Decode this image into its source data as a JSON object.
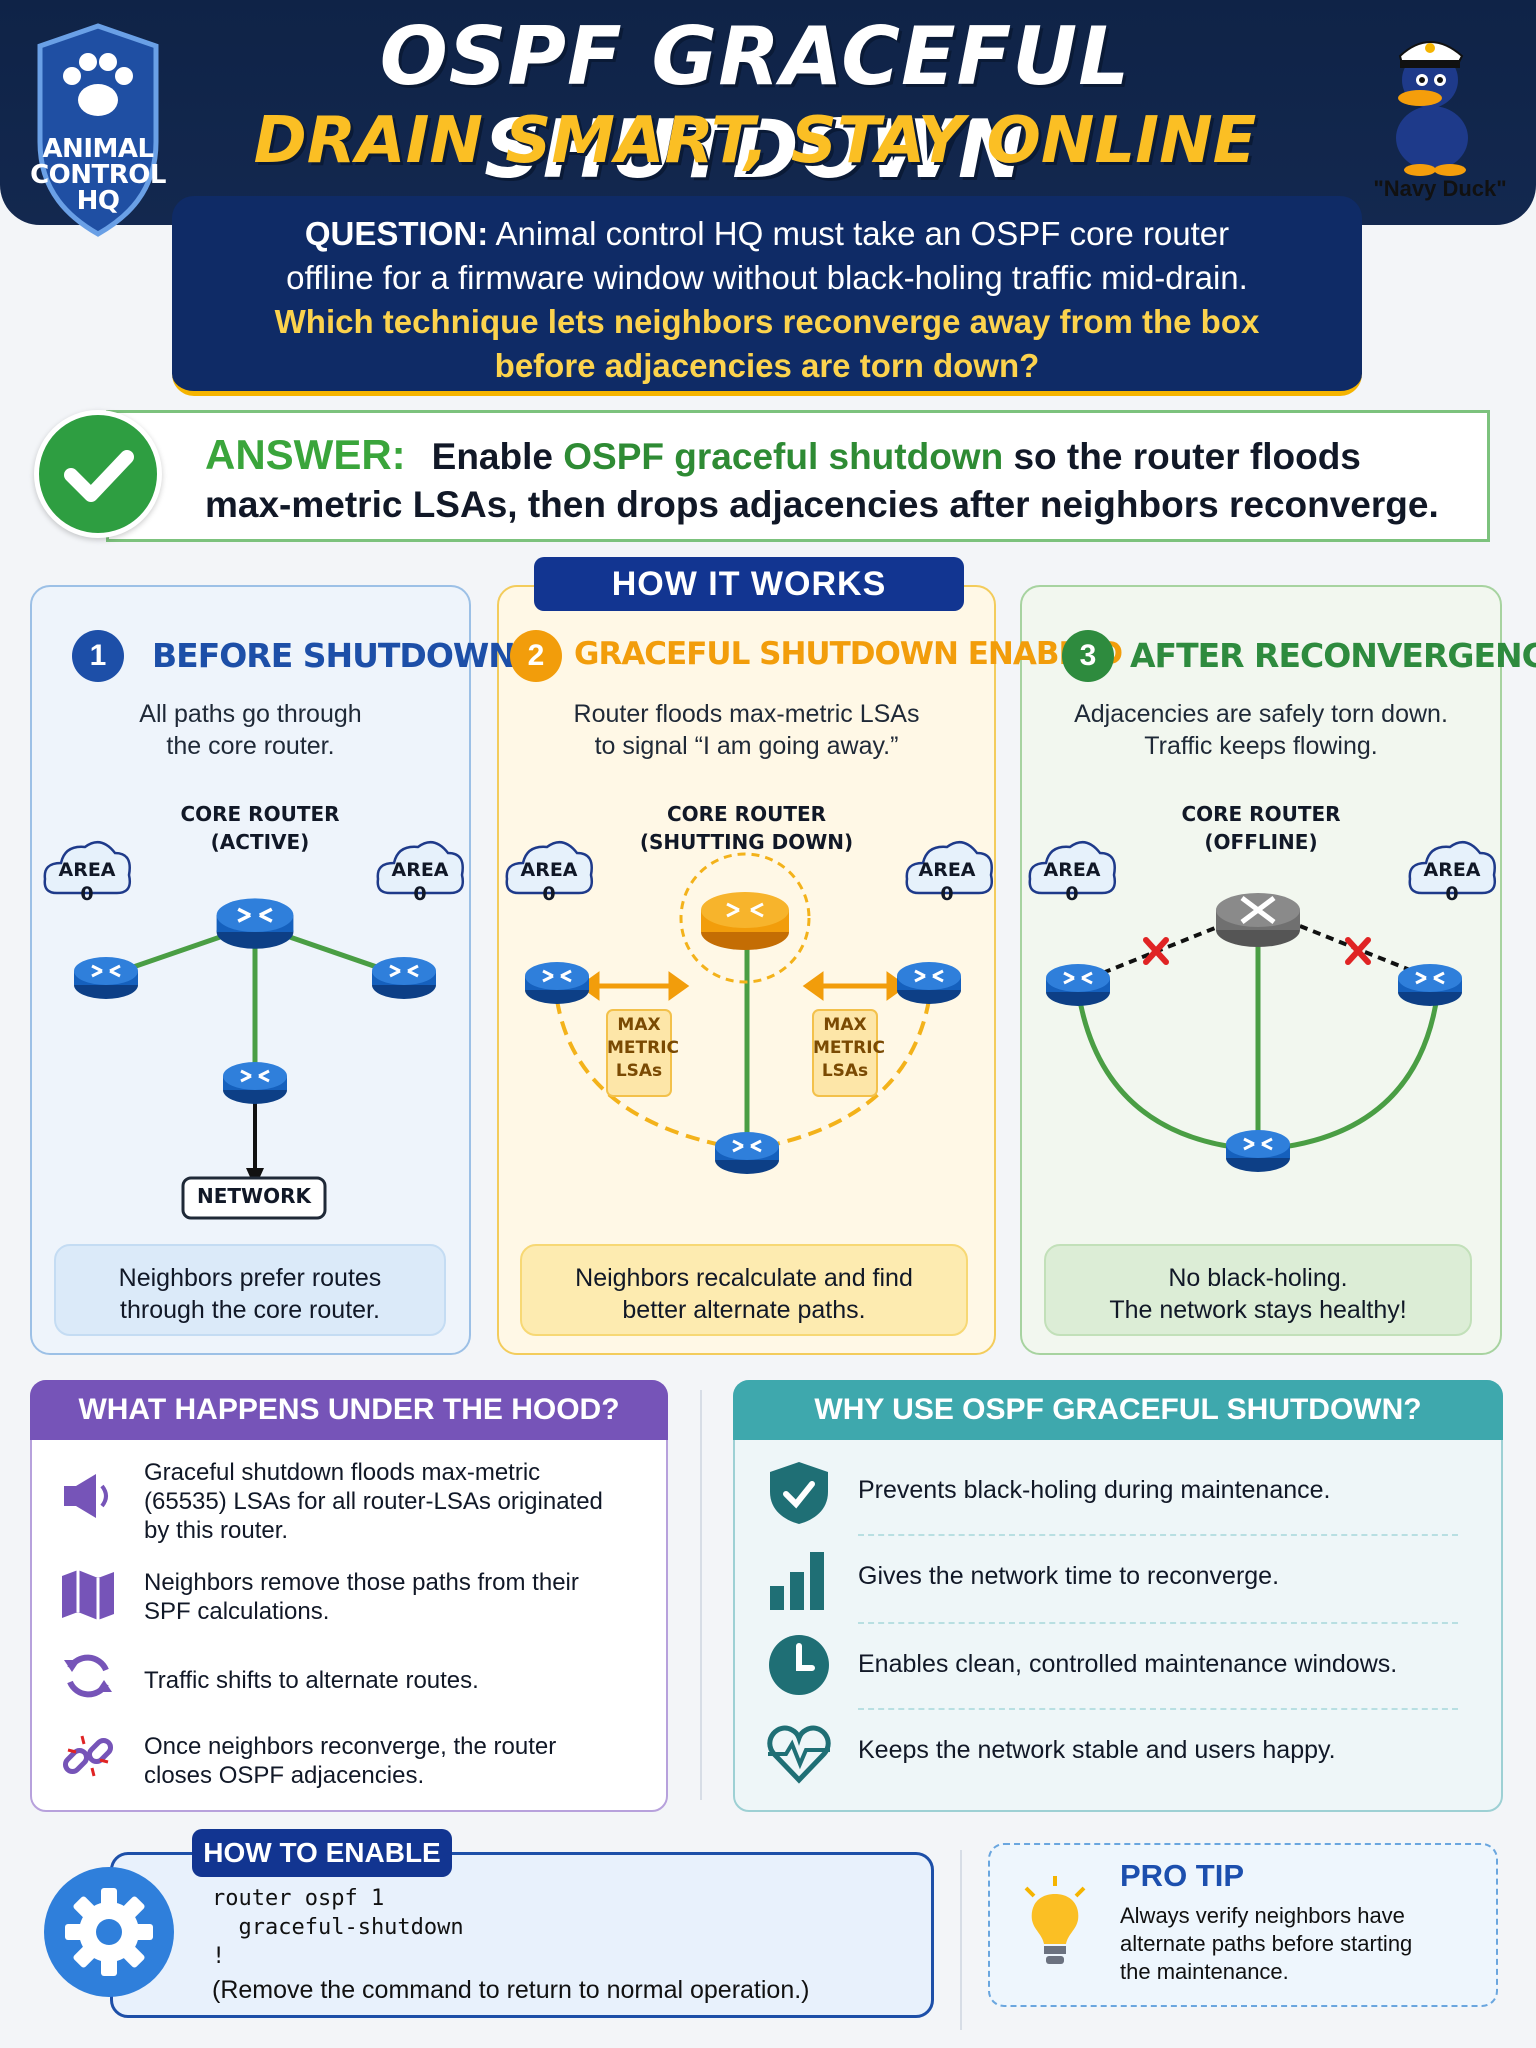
{
  "header": {
    "badge_line1": "ANIMAL",
    "badge_line2": "CONTROL",
    "badge_line3": "HQ",
    "title": "OSPF GRACEFUL SHUTDOWN",
    "subtitle": "DRAIN SMART, STAY ONLINE",
    "mascot_label": "\"Navy Duck\""
  },
  "question": {
    "label": "QUESTION:",
    "text_line1": " Animal control HQ must take an OSPF core router",
    "text_line2": "offline for a firmware window without black-holing traffic mid-drain.",
    "highlight_line1": "Which technique lets neighbors reconverge away from the box",
    "highlight_line2": "before adjacencies are torn down?"
  },
  "answer": {
    "label": "ANSWER:",
    "pre": "Enable ",
    "highlight": "OSPF graceful shutdown",
    "post": " so the router floods",
    "line2": "max-metric LSAs, then drops adjacencies after neighbors reconverge."
  },
  "how_it_works": {
    "banner": "HOW IT WORKS",
    "steps": [
      {
        "num": "1",
        "title": "BEFORE SHUTDOWN",
        "desc_line1": "All paths go through",
        "desc_line2": "the core router.",
        "router_label_line1": "CORE ROUTER",
        "router_label_line2": "(ACTIVE)",
        "area_left": "AREA",
        "area_left_num": "0",
        "area_right": "AREA",
        "area_right_num": "0",
        "network_label": "NETWORK",
        "caption_line1": "Neighbors prefer routes",
        "caption_line2": "through the core router."
      },
      {
        "num": "2",
        "title": "GRACEFUL SHUTDOWN ENABLED",
        "desc_line1": "Router floods max-metric LSAs",
        "desc_line2": "to signal “I am going away.”",
        "router_label_line1": "CORE ROUTER",
        "router_label_line2": "(SHUTTING DOWN)",
        "area_left": "AREA",
        "area_left_num": "0",
        "area_right": "AREA",
        "area_right_num": "0",
        "lsa_left": [
          "MAX",
          "METRIC",
          "LSAs"
        ],
        "lsa_right": [
          "MAX",
          "METRIC",
          "LSAs"
        ],
        "caption_line1": "Neighbors recalculate and find",
        "caption_line2": "better alternate paths."
      },
      {
        "num": "3",
        "title": "AFTER RECONVERGENCE",
        "desc_line1": "Adjacencies are safely torn down.",
        "desc_line2": "Traffic keeps flowing.",
        "router_label_line1": "CORE ROUTER",
        "router_label_line2": "(OFFLINE)",
        "area_left": "AREA",
        "area_left_num": "0",
        "area_right": "AREA",
        "area_right_num": "0",
        "caption_line1": "No black-holing.",
        "caption_line2": "The network stays healthy!"
      }
    ]
  },
  "under_the_hood": {
    "title": "WHAT HAPPENS UNDER THE HOOD?",
    "items": [
      {
        "icon": "megaphone-icon",
        "line1": "Graceful shutdown floods max-metric",
        "line2": "(65535) LSAs for all router-LSAs originated",
        "line3": "by this router."
      },
      {
        "icon": "map-icon",
        "line1": "Neighbors remove those paths from their",
        "line2": "SPF calculations.",
        "line3": ""
      },
      {
        "icon": "refresh-icon",
        "line1": "Traffic shifts to alternate routes.",
        "line2": "",
        "line3": ""
      },
      {
        "icon": "broken-link-icon",
        "line1": "Once neighbors reconverge, the router",
        "line2": "closes OSPF adjacencies.",
        "line3": ""
      }
    ]
  },
  "why_use": {
    "title": "WHY USE OSPF GRACEFUL SHUTDOWN?",
    "items": [
      {
        "icon": "shield-check-icon",
        "text": "Prevents black-holing during maintenance."
      },
      {
        "icon": "bar-chart-icon",
        "text": "Gives the network time to reconverge."
      },
      {
        "icon": "clock-icon",
        "text": "Enables clean, controlled maintenance windows."
      },
      {
        "icon": "heartbeat-icon",
        "text": "Keeps the network stable and users happy."
      }
    ]
  },
  "how_to_enable": {
    "title": "HOW TO ENABLE",
    "code": "router ospf 1\n  graceful-shutdown\n!",
    "note": "(Remove the command to return to normal operation.)"
  },
  "pro_tip": {
    "title": "PRO TIP",
    "line1": "Always verify neighbors have",
    "line2": "alternate paths before starting",
    "line3": "the maintenance."
  },
  "colors": {
    "navy": "#0f2347",
    "accent_yellow": "#fbbf24",
    "answer_green": "#2e9e41",
    "step1_blue": "#1d4fa8",
    "step2_orange": "#f29d0b",
    "step3_green": "#2e8b3e",
    "hood_purple": "#7654b8",
    "why_teal": "#3ea8ad"
  }
}
